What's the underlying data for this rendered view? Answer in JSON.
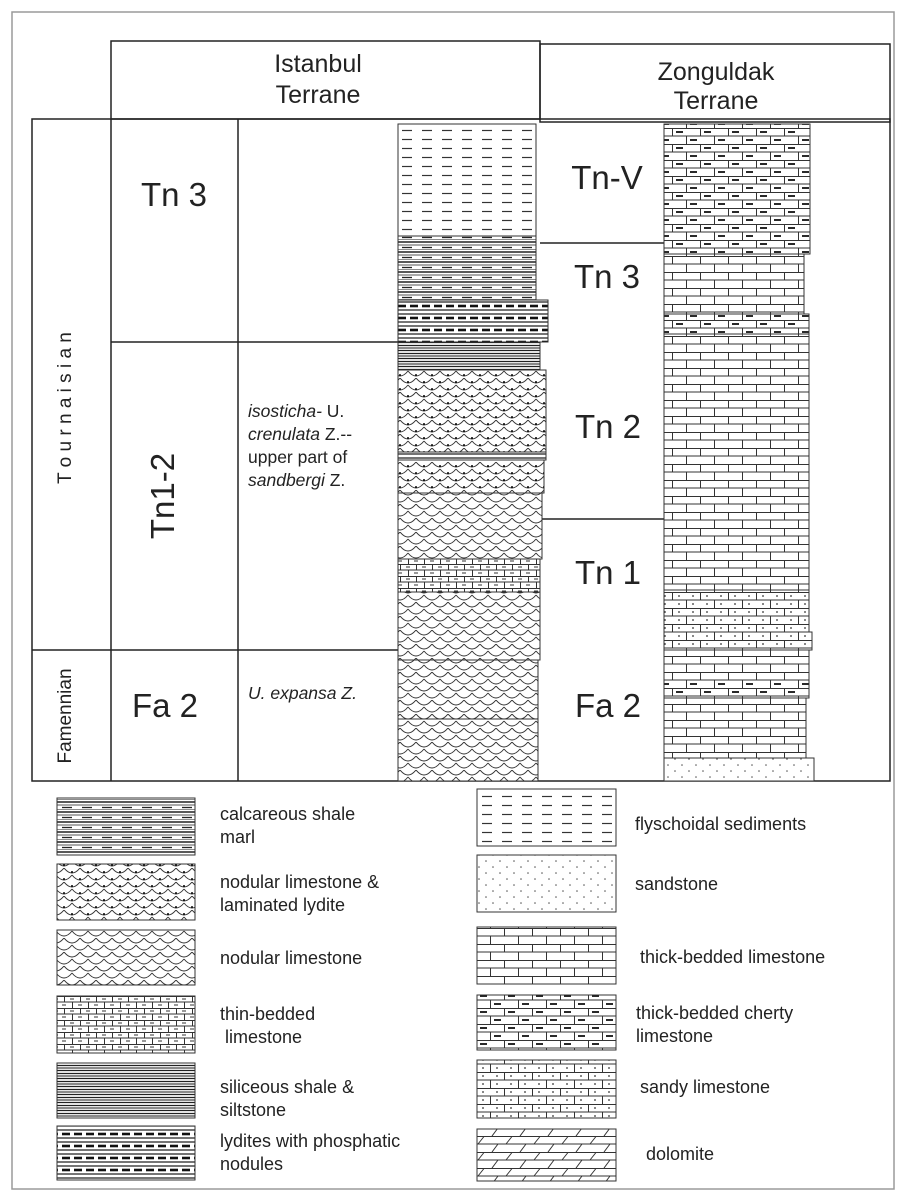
{
  "headers": {
    "istanbul": [
      "Istanbul",
      "Terrane"
    ],
    "zonguldak": [
      "Zonguldak",
      "Terrane"
    ]
  },
  "stages": {
    "tournaisian": "T o u r n a i s i a n",
    "famennian": "Famennian"
  },
  "istanbul": {
    "zones": [
      "Tn 3",
      "Tn1-2",
      "Fa 2"
    ],
    "conodont_zones": {
      "tn12": {
        "line1_italic": "isosticha-",
        "line1_rest": " U.",
        "line2_italic": "crenulata",
        "line2_rest": " Z.--",
        "line3": "upper part of",
        "line4_italic": "sandbergi",
        "line4_rest": " Z."
      },
      "fa2": "U. expansa Z."
    }
  },
  "zonguldak": {
    "zones": [
      "Tn-V",
      "Tn 3",
      "Tn 2",
      "Tn 1",
      "Fa 2"
    ]
  },
  "legend": {
    "left": [
      {
        "pattern": "calcareous-shale",
        "lines": [
          "calcareous shale",
          "marl"
        ]
      },
      {
        "pattern": "nodular-limestone-lydite",
        "lines": [
          "nodular limestone &",
          "laminated lydite"
        ]
      },
      {
        "pattern": "nodular-limestone",
        "lines": [
          "nodular limestone"
        ]
      },
      {
        "pattern": "thin-bedded-limestone",
        "lines": [
          "thin-bedded",
          "limestone"
        ]
      },
      {
        "pattern": "siliceous-shale",
        "lines": [
          "siliceous shale &",
          "siltstone"
        ]
      },
      {
        "pattern": "lydites",
        "lines": [
          "lydites with phosphatic",
          "nodules"
        ]
      }
    ],
    "right": [
      {
        "pattern": "flyschoidal",
        "lines": [
          "flyschoidal sediments"
        ]
      },
      {
        "pattern": "sandstone",
        "lines": [
          "sandstone"
        ]
      },
      {
        "pattern": "thick-bedded-limestone",
        "lines": [
          "thick-bedded limestone"
        ]
      },
      {
        "pattern": "thick-bedded-cherty-limestone",
        "lines": [
          "thick-bedded cherty",
          "limestone"
        ]
      },
      {
        "pattern": "sandy-limestone",
        "lines": [
          "sandy limestone"
        ]
      },
      {
        "pattern": "dolomite",
        "lines": [
          "dolomite"
        ]
      }
    ]
  }
}
